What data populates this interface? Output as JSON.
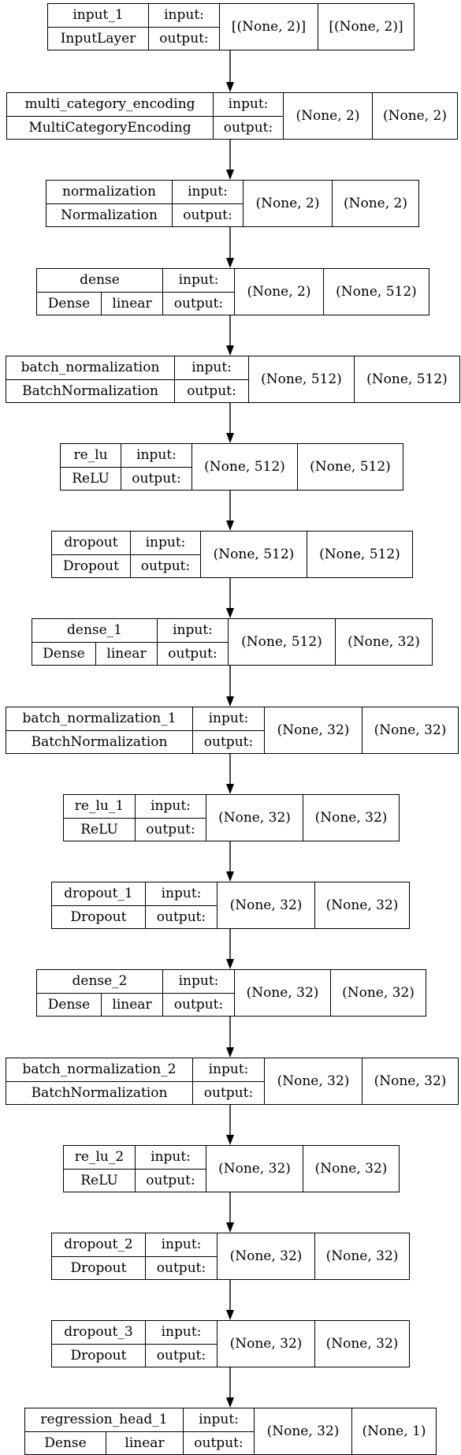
{
  "layers": [
    {
      "name": "input_1",
      "class": "InputLayer",
      "activation": "",
      "input_label": "input:",
      "output_label": "output:",
      "input_shape": "[(None, 2)]",
      "output_shape": "[(None, 2)]"
    },
    {
      "name": "multi_category_encoding",
      "class": "MultiCategoryEncoding",
      "activation": "",
      "input_label": "input:",
      "output_label": "output:",
      "input_shape": "(None, 2)",
      "output_shape": "(None, 2)"
    },
    {
      "name": "normalization",
      "class": "Normalization",
      "activation": "",
      "input_label": "input:",
      "output_label": "output:",
      "input_shape": "(None, 2)",
      "output_shape": "(None, 2)"
    },
    {
      "name": "dense",
      "class": "Dense",
      "activation": "linear",
      "input_label": "input:",
      "output_label": "output:",
      "input_shape": "(None, 2)",
      "output_shape": "(None, 512)"
    },
    {
      "name": "batch_normalization",
      "class": "BatchNormalization",
      "activation": "",
      "input_label": "input:",
      "output_label": "output:",
      "input_shape": "(None, 512)",
      "output_shape": "(None, 512)"
    },
    {
      "name": "re_lu",
      "class": "ReLU",
      "activation": "",
      "input_label": "input:",
      "output_label": "output:",
      "input_shape": "(None, 512)",
      "output_shape": "(None, 512)"
    },
    {
      "name": "dropout",
      "class": "Dropout",
      "activation": "",
      "input_label": "input:",
      "output_label": "output:",
      "input_shape": "(None, 512)",
      "output_shape": "(None, 512)"
    },
    {
      "name": "dense_1",
      "class": "Dense",
      "activation": "linear",
      "input_label": "input:",
      "output_label": "output:",
      "input_shape": "(None, 512)",
      "output_shape": "(None, 32)"
    },
    {
      "name": "batch_normalization_1",
      "class": "BatchNormalization",
      "activation": "",
      "input_label": "input:",
      "output_label": "output:",
      "input_shape": "(None, 32)",
      "output_shape": "(None, 32)"
    },
    {
      "name": "re_lu_1",
      "class": "ReLU",
      "activation": "",
      "input_label": "input:",
      "output_label": "output:",
      "input_shape": "(None, 32)",
      "output_shape": "(None, 32)"
    },
    {
      "name": "dropout_1",
      "class": "Dropout",
      "activation": "",
      "input_label": "input:",
      "output_label": "output:",
      "input_shape": "(None, 32)",
      "output_shape": "(None, 32)"
    },
    {
      "name": "dense_2",
      "class": "Dense",
      "activation": "linear",
      "input_label": "input:",
      "output_label": "output:",
      "input_shape": "(None, 32)",
      "output_shape": "(None, 32)"
    },
    {
      "name": "batch_normalization_2",
      "class": "BatchNormalization",
      "activation": "",
      "input_label": "input:",
      "output_label": "output:",
      "input_shape": "(None, 32)",
      "output_shape": "(None, 32)"
    },
    {
      "name": "re_lu_2",
      "class": "ReLU",
      "activation": "",
      "input_label": "input:",
      "output_label": "output:",
      "input_shape": "(None, 32)",
      "output_shape": "(None, 32)"
    },
    {
      "name": "dropout_2",
      "class": "Dropout",
      "activation": "",
      "input_label": "input:",
      "output_label": "output:",
      "input_shape": "(None, 32)",
      "output_shape": "(None, 32)"
    },
    {
      "name": "dropout_3",
      "class": "Dropout",
      "activation": "",
      "input_label": "input:",
      "output_label": "output:",
      "input_shape": "(None, 32)",
      "output_shape": "(None, 32)"
    },
    {
      "name": "regression_head_1",
      "class": "Dense",
      "activation": "linear",
      "input_label": "input:",
      "output_label": "output:",
      "input_shape": "(None, 32)",
      "output_shape": "(None, 1)"
    }
  ]
}
